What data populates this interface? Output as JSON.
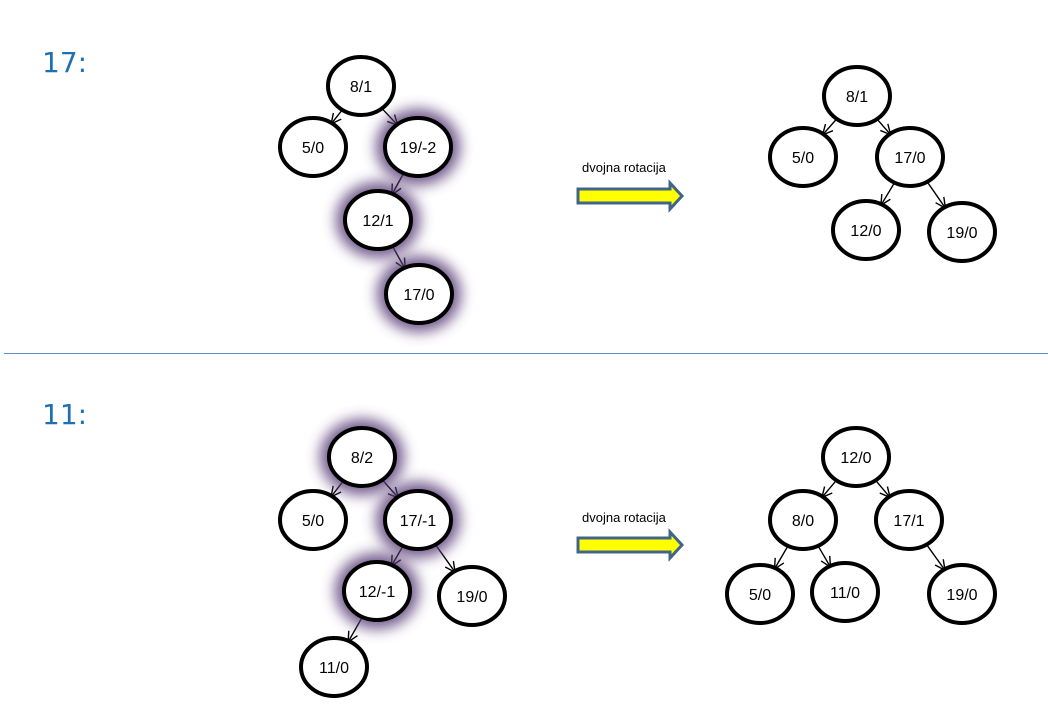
{
  "panels": [
    {
      "label": "17:",
      "rotation_label": "dvojna rotacija",
      "before": {
        "nodes": [
          {
            "id": "a",
            "text": "8/1",
            "highlight": false
          },
          {
            "id": "b",
            "text": "5/0",
            "highlight": false
          },
          {
            "id": "c",
            "text": "19/-2",
            "highlight": true
          },
          {
            "id": "d",
            "text": "12/1",
            "highlight": true
          },
          {
            "id": "e",
            "text": "17/0",
            "highlight": true
          }
        ],
        "edges": [
          [
            "a",
            "b"
          ],
          [
            "a",
            "c"
          ],
          [
            "c",
            "d"
          ],
          [
            "d",
            "e"
          ]
        ]
      },
      "after": {
        "nodes": [
          {
            "id": "a",
            "text": "8/1",
            "highlight": false
          },
          {
            "id": "b",
            "text": "5/0",
            "highlight": false
          },
          {
            "id": "c",
            "text": "17/0",
            "highlight": false
          },
          {
            "id": "d",
            "text": "12/0",
            "highlight": false
          },
          {
            "id": "e",
            "text": "19/0",
            "highlight": false
          }
        ],
        "edges": [
          [
            "a",
            "b"
          ],
          [
            "a",
            "c"
          ],
          [
            "c",
            "d"
          ],
          [
            "c",
            "e"
          ]
        ]
      }
    },
    {
      "label": "11:",
      "rotation_label": "dvojna rotacija",
      "before": {
        "nodes": [
          {
            "id": "a",
            "text": "8/2",
            "highlight": true
          },
          {
            "id": "b",
            "text": "5/0",
            "highlight": false
          },
          {
            "id": "c",
            "text": "17/-1",
            "highlight": true
          },
          {
            "id": "d",
            "text": "12/-1",
            "highlight": true
          },
          {
            "id": "e",
            "text": "19/0",
            "highlight": false
          },
          {
            "id": "f",
            "text": "11/0",
            "highlight": false
          }
        ],
        "edges": [
          [
            "a",
            "b"
          ],
          [
            "a",
            "c"
          ],
          [
            "c",
            "d"
          ],
          [
            "c",
            "e"
          ],
          [
            "d",
            "f"
          ]
        ]
      },
      "after": {
        "nodes": [
          {
            "id": "a",
            "text": "12/0",
            "highlight": false
          },
          {
            "id": "b",
            "text": "8/0",
            "highlight": false
          },
          {
            "id": "c",
            "text": "17/1",
            "highlight": false
          },
          {
            "id": "d",
            "text": "5/0",
            "highlight": false
          },
          {
            "id": "e",
            "text": "11/0",
            "highlight": false
          },
          {
            "id": "f",
            "text": "19/0",
            "highlight": false
          }
        ],
        "edges": [
          [
            "a",
            "b"
          ],
          [
            "a",
            "c"
          ],
          [
            "b",
            "d"
          ],
          [
            "b",
            "e"
          ],
          [
            "c",
            "f"
          ]
        ]
      }
    }
  ],
  "colors": {
    "label": "#1f6fb5",
    "divider": "#5b8fcb",
    "arrow_fill": "#ffff00",
    "arrow_stroke": "#41648a",
    "glow": "#5a3d78"
  }
}
